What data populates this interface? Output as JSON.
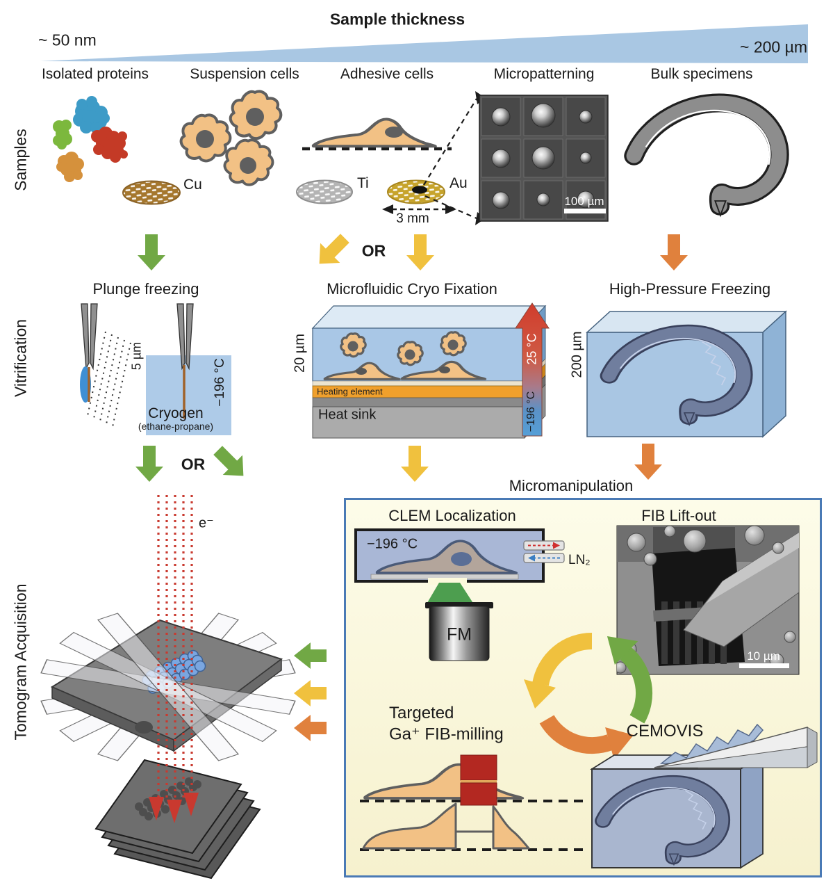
{
  "banner": {
    "title": "Sample thickness",
    "left": "~ 50 nm",
    "right": "~ 200 µm"
  },
  "row_labels": {
    "samples": "Samples",
    "vitrification": "Vitrification",
    "tomogram": "Tomogram Acquisition"
  },
  "sample_columns": {
    "isolated": "Isolated proteins",
    "suspension": "Suspension cells",
    "adhesive": "Adhesive cells",
    "micropatterning": "Micropatterning",
    "bulk": "Bulk specimens"
  },
  "grids": {
    "cu": "Cu",
    "ti": "Ti",
    "au": "Au",
    "diameter": "3 mm"
  },
  "micropattern": {
    "scalebar": "100 µm"
  },
  "connectors": {
    "or_samples": "OR",
    "or_plunge": "OR"
  },
  "plunge": {
    "title": "Plunge freezing",
    "depth": "5 µm",
    "temperature": "−196 °C",
    "cryogen": "Cryogen",
    "cryogen_detail": "(ethane-propane)"
  },
  "microfluidic": {
    "title": "Microfluidic Cryo Fixation",
    "depth": "20 µm",
    "heating": "Heating element",
    "heatsink": "Heat sink",
    "temp_warm": "25 °C",
    "temp_cold": "−196 °C"
  },
  "hpf": {
    "title": "High-Pressure Freezing",
    "depth": "200 µm"
  },
  "micromanipulation": {
    "title": "Micromanipulation",
    "clem_title": "CLEM Localization",
    "clem_temp": "−196 °C",
    "ln2": "LN₂",
    "microscope": "FM",
    "fib_title": "FIB Lift-out",
    "fib_scalebar": "10 µm",
    "milling_line1": "Targeted",
    "milling_line2": "Ga⁺ FIB-milling",
    "cemovis_title": "CEMOVIS"
  },
  "tomogram": {
    "electron_beam": "e⁻"
  },
  "colors": {
    "green": "#71a845",
    "yellow": "#f0c13e",
    "orange": "#e0813d",
    "banner_blue": "#a9c7e3",
    "beam_red": "#c9392f",
    "mill_red": "#b32821",
    "panel_border": "#4a7ab5",
    "panel_bg": "#fcf9dc"
  }
}
